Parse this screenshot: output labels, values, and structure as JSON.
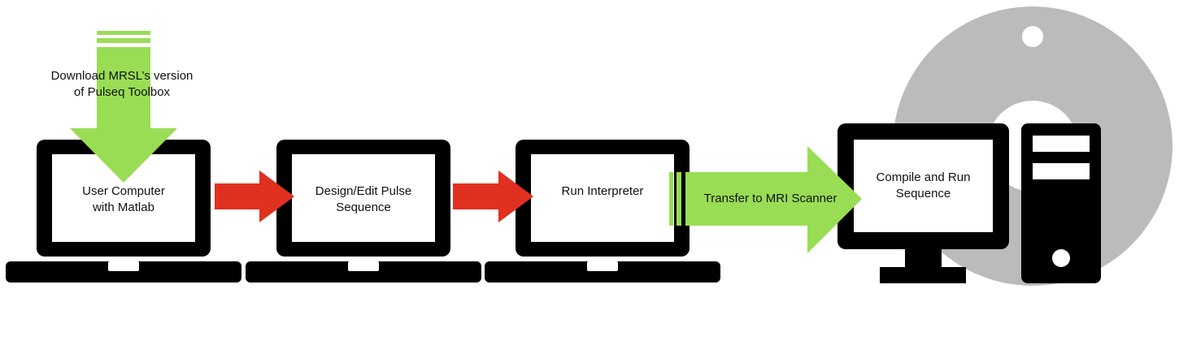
{
  "colors": {
    "green_arrow": "#99dd55",
    "red_arrow": "#e03020",
    "device": "#000000",
    "screen": "#ffffff",
    "scanner": "#bbbbbb"
  },
  "steps": {
    "download": {
      "line1": "Download MRSL’s version",
      "line2": "of Pulseq Toolbox"
    },
    "user_computer": {
      "line1": "User Computer",
      "line2": "with Matlab"
    },
    "design": {
      "line1": "Design/Edit Pulse",
      "line2": "Sequence"
    },
    "interpreter": {
      "line1": "Run Interpreter"
    },
    "transfer": {
      "line1": "Transfer to MRI Scanner"
    },
    "compile": {
      "line1": "Compile and Run",
      "line2": "Sequence"
    }
  },
  "icons": {
    "laptop": "laptop-icon",
    "desktop": "desktop-computer-icon",
    "scanner": "mri-scanner-icon"
  }
}
